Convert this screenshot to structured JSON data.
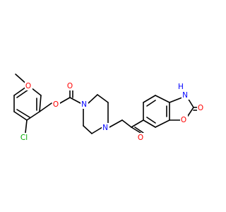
{
  "molecule": {
    "atoms": [
      {
        "key": "o-methoxy",
        "text": "O",
        "color": "#ff0000"
      },
      {
        "key": "o-ester-carbonyl",
        "text": "O",
        "color": "#ff0000"
      },
      {
        "key": "o-ester-link",
        "text": "O",
        "color": "#ff0000"
      },
      {
        "key": "n-piperazine-top",
        "text": "N",
        "color": "#0000ff"
      },
      {
        "key": "n-piperazine-bottom",
        "text": "N",
        "color": "#0000ff"
      },
      {
        "key": "nh-oxazolone",
        "text": "H",
        "color": "#0000ff"
      },
      {
        "key": "n-oxazolone",
        "text": "N",
        "color": "#0000ff"
      },
      {
        "key": "o-lactam-carbonyl",
        "text": "O",
        "color": "#ff0000"
      },
      {
        "key": "o-ketone",
        "text": "O",
        "color": "#ff0000"
      },
      {
        "key": "o-oxazole-ring",
        "text": "O",
        "color": "#ff0000"
      },
      {
        "key": "cl-substituent",
        "text": "Cl",
        "color": "#00aa00"
      }
    ]
  }
}
